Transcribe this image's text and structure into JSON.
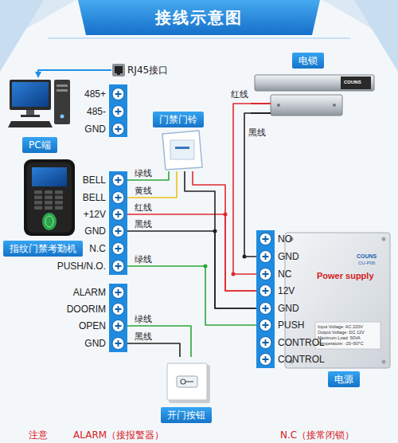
{
  "diagram": {
    "title": "接线示意图",
    "nodes": [
      {
        "text": [
          "RJ45接口"
        ]
      },
      {
        "text": [
          "PC端"
        ]
      },
      {
        "text": [
          "电锁",
          "COUNS"
        ]
      },
      {
        "text": [
          "门禁门铃"
        ]
      },
      {
        "text": [
          "指纹门禁考勤机"
        ]
      },
      {
        "text": [
          "COUNS",
          "CU-P06",
          "Power supply",
          "Input Voltage: AC 220V",
          "Output Voltage: DC 12V",
          "Maximum Load: 50VA",
          "Temperature: -20~50°C",
          "电源"
        ]
      },
      {
        "text": [
          "开门按钮"
        ]
      }
    ],
    "edges": [
      {
        "from": 0,
        "to": 1,
        "arrow": "to"
      },
      {
        "from": 4,
        "to": 3,
        "label": "绿线",
        "arrow": "none"
      },
      {
        "from": 4,
        "to": 3,
        "label": "黄线",
        "arrow": "none"
      },
      {
        "from": 4,
        "to": 5,
        "label": "红线",
        "arrow": "none"
      },
      {
        "from": 4,
        "to": 5,
        "label": "黑线",
        "arrow": "none"
      },
      {
        "from": 4,
        "to": 5,
        "label": "绿线",
        "arrow": "none"
      },
      {
        "from": 4,
        "to": 6,
        "label": "绿线",
        "arrow": "none"
      },
      {
        "from": 4,
        "to": 6,
        "label": "黑线",
        "arrow": "none"
      },
      {
        "from": 3,
        "to": 5,
        "arrow": "none"
      },
      {
        "from": 3,
        "to": 5,
        "arrow": "none"
      },
      {
        "from": 2,
        "to": 5,
        "label": "红线",
        "arrow": "none"
      },
      {
        "from": 2,
        "to": 5,
        "label": "黑线",
        "arrow": "none"
      }
    ],
    "labels": [
      "485+",
      "485-",
      "GND",
      "BELL",
      "BELL",
      "+12V",
      "GND",
      "N.C",
      "PUSH/N.O.",
      "ALARM",
      "DOORIM",
      "OPEN",
      "GND",
      "NO",
      "GND",
      "NC",
      "12V",
      "GND",
      "PUSH",
      "CONTROL",
      "CONTROL",
      "注意",
      "ALARM（接报警器）",
      "N.C（接常闭锁）"
    ]
  }
}
